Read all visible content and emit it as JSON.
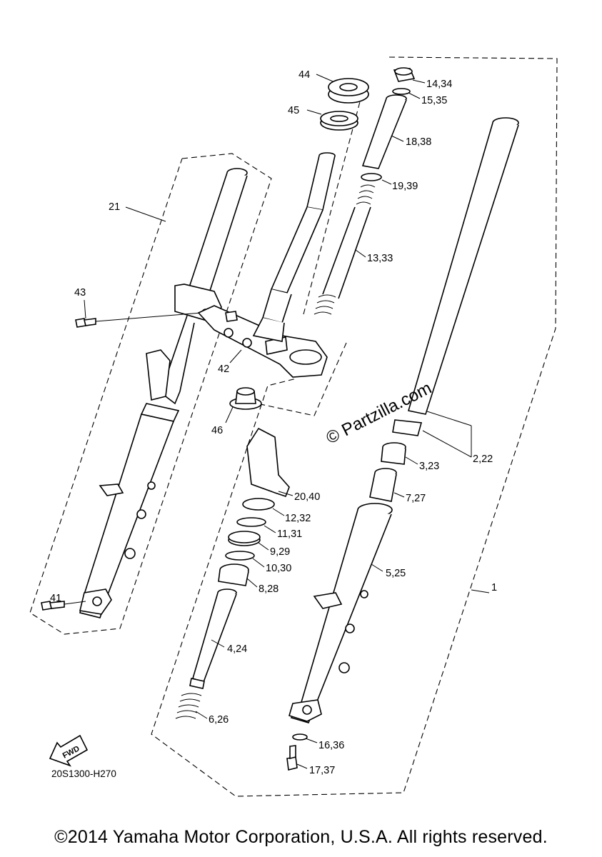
{
  "callouts": [
    {
      "id": "44",
      "text": "44"
    },
    {
      "id": "45",
      "text": "45"
    },
    {
      "id": "14_34",
      "text": "14,34"
    },
    {
      "id": "15_35",
      "text": "15,35"
    },
    {
      "id": "18_38",
      "text": "18,38"
    },
    {
      "id": "19_39",
      "text": "19,39"
    },
    {
      "id": "13_33",
      "text": "13,33"
    },
    {
      "id": "21",
      "text": "21"
    },
    {
      "id": "43",
      "text": "43"
    },
    {
      "id": "42",
      "text": "42"
    },
    {
      "id": "46",
      "text": "46"
    },
    {
      "id": "2_22",
      "text": "2,22"
    },
    {
      "id": "3_23",
      "text": "3,23"
    },
    {
      "id": "7_27",
      "text": "7,27"
    },
    {
      "id": "20_40",
      "text": "20,40"
    },
    {
      "id": "12_32",
      "text": "12,32"
    },
    {
      "id": "11_31",
      "text": "11,31"
    },
    {
      "id": "9_29",
      "text": "9,29"
    },
    {
      "id": "10_30",
      "text": "10,30"
    },
    {
      "id": "8_28",
      "text": "8,28"
    },
    {
      "id": "5_25",
      "text": "5,25"
    },
    {
      "id": "1",
      "text": "1"
    },
    {
      "id": "41",
      "text": "41"
    },
    {
      "id": "4_24",
      "text": "4,24"
    },
    {
      "id": "6_26",
      "text": "6,26"
    },
    {
      "id": "16_36",
      "text": "16,36"
    },
    {
      "id": "17_37",
      "text": "17,37"
    }
  ],
  "fwd_label": "FWD",
  "diagram_code": "20S1300-H270",
  "watermark": "© Partzilla.com",
  "copyright": "©2014 Yamaha Motor Corporation, U.S.A. All rights reserved."
}
